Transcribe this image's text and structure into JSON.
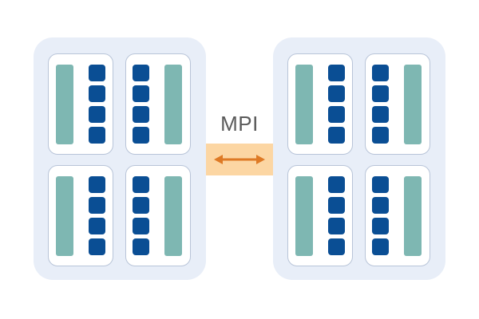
{
  "connector": {
    "label": "MPI",
    "fill_color": "#fcd6a3",
    "arrow_color": "#de7a25"
  },
  "colors": {
    "node_background": "#e8eef8",
    "card_border": "#b8c4d8",
    "bar_teal": "#7eb7b2",
    "core_blue": "#0a4e94"
  },
  "icons": {
    "arrow": "double-headed-arrow-icon"
  },
  "nodes": [
    {
      "cards": [
        {
          "bar_side": "left",
          "cores": 4
        },
        {
          "bar_side": "right",
          "cores": 4
        },
        {
          "bar_side": "left",
          "cores": 4
        },
        {
          "bar_side": "right",
          "cores": 4
        }
      ]
    },
    {
      "cards": [
        {
          "bar_side": "left",
          "cores": 4
        },
        {
          "bar_side": "right",
          "cores": 4
        },
        {
          "bar_side": "left",
          "cores": 4
        },
        {
          "bar_side": "right",
          "cores": 4
        }
      ]
    }
  ]
}
